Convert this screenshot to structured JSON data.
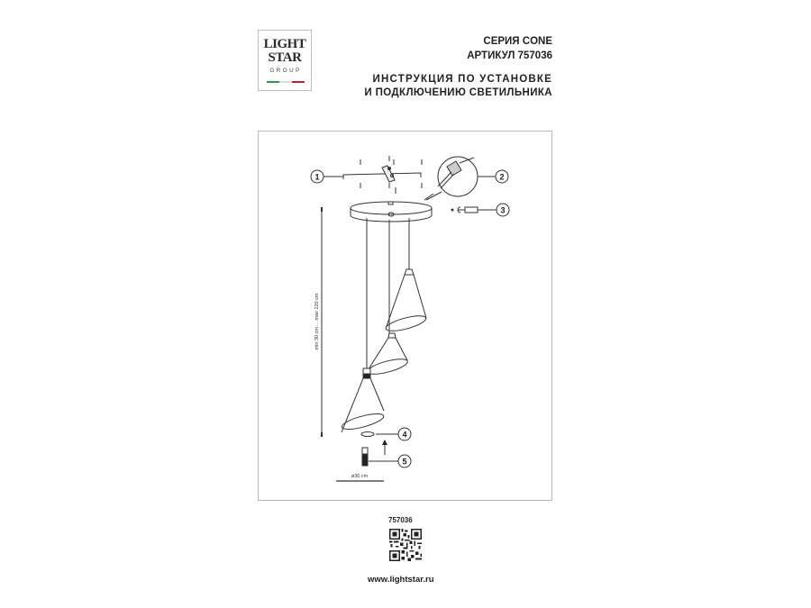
{
  "brand": {
    "logo_line1": "LIGHT",
    "logo_line2": "STAR",
    "logo_line3": "GROUP",
    "flag_colors": [
      "#2e9a48",
      "#d9d9d9",
      "#c8202a"
    ]
  },
  "header": {
    "series": "СЕРИЯ CONE",
    "article": "АРТИКУЛ 757036",
    "title_line1": "ИНСТРУКЦИЯ ПО УСТАНОВКЕ",
    "title_line2": "И ПОДКЛЮЧЕНИЮ СВЕТИЛЬНИКА"
  },
  "diagram": {
    "callouts": [
      "1",
      "2",
      "3",
      "4",
      "5"
    ],
    "height_dimension": "min 30 cm ... max 120 cm",
    "diameter_dimension": "ø30 cm",
    "shade_count": 3
  },
  "footer": {
    "article_number": "757036",
    "qr_icon": "qr-code-icon",
    "website": "www.lightstar.ru"
  }
}
